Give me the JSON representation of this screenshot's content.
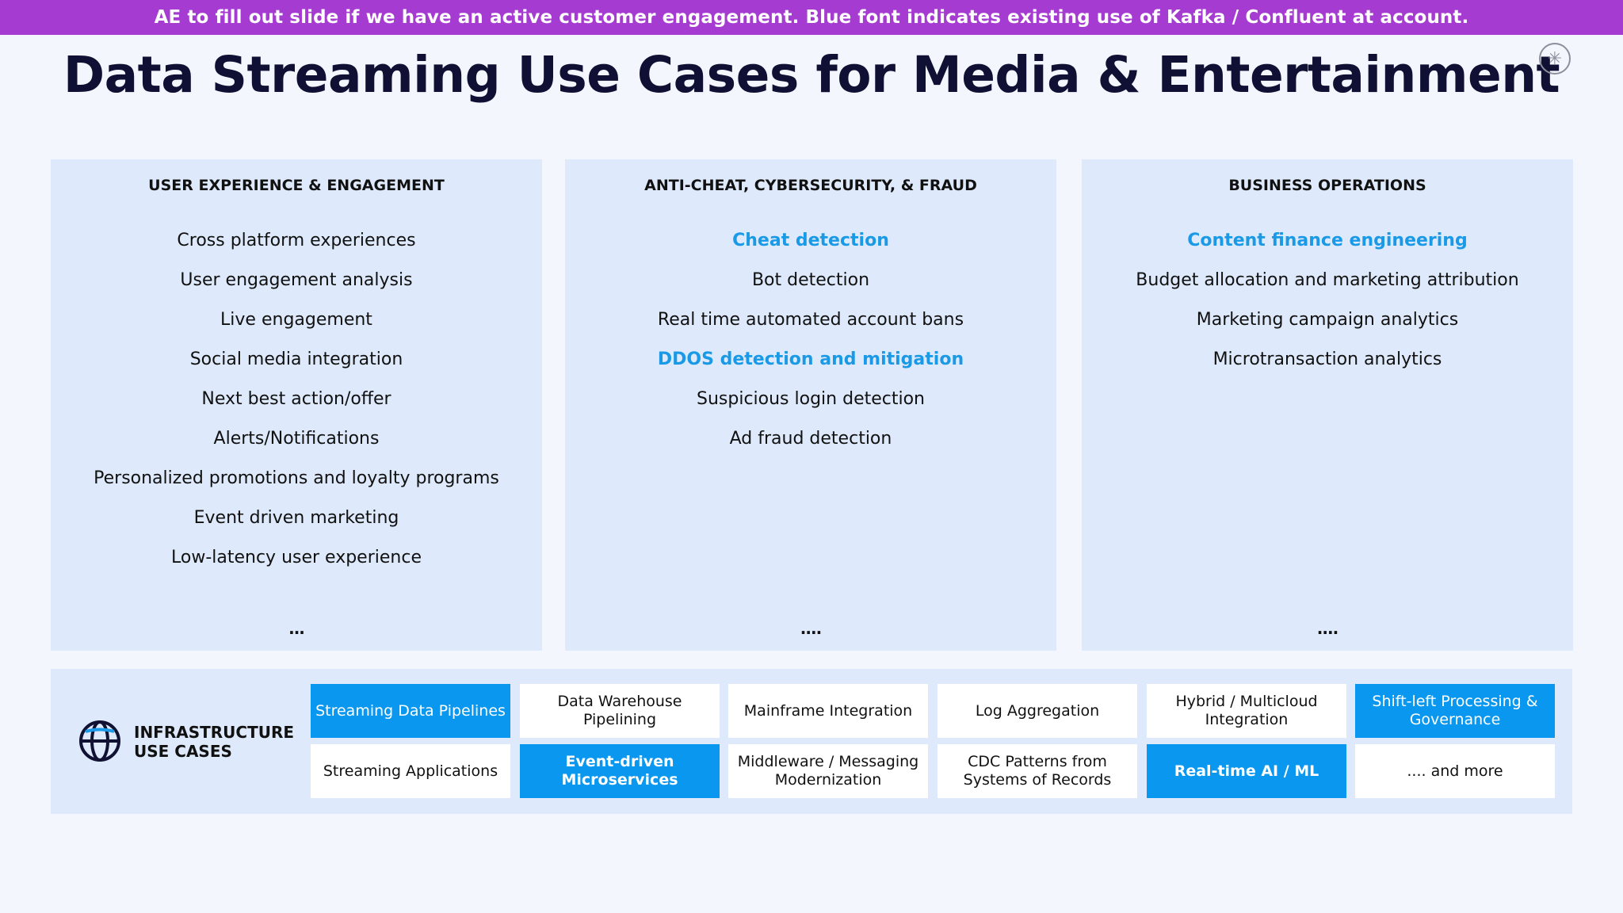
{
  "banner": "AE to fill out slide if we have an active customer engagement. Blue font indicates existing use of Kafka / Confluent at account.",
  "title": "Data Streaming Use Cases for Media & Entertainment",
  "colors": {
    "banner": "#a63bd2",
    "highlight": "#1a9ae6",
    "tile_blue": "#0a97ef",
    "panel": "#deeafb",
    "title": "#0f1034"
  },
  "columns": [
    {
      "heading": "USER EXPERIENCE & ENGAGEMENT",
      "items": [
        {
          "label": "Cross platform experiences",
          "highlight": false
        },
        {
          "label": "User engagement analysis",
          "highlight": false
        },
        {
          "label": "Live engagement",
          "highlight": false
        },
        {
          "label": "Social media integration",
          "highlight": false
        },
        {
          "label": "Next best action/offer",
          "highlight": false
        },
        {
          "label": "Alerts/Notifications",
          "highlight": false
        },
        {
          "label": "Personalized promotions and loyalty programs",
          "highlight": false
        },
        {
          "label": "Event driven marketing",
          "highlight": false
        },
        {
          "label": "Low-latency user experience",
          "highlight": false
        }
      ],
      "more": "..."
    },
    {
      "heading": "ANTI-CHEAT, CYBERSECURITY, & FRAUD",
      "items": [
        {
          "label": "Cheat detection",
          "highlight": true
        },
        {
          "label": "Bot detection",
          "highlight": false
        },
        {
          "label": "Real time automated account bans",
          "highlight": false
        },
        {
          "label": "DDOS detection and mitigation",
          "highlight": true
        },
        {
          "label": "Suspicious login detection",
          "highlight": false
        },
        {
          "label": "Ad fraud detection",
          "highlight": false
        }
      ],
      "more": "...."
    },
    {
      "heading": "BUSINESS OPERATIONS",
      "items": [
        {
          "label": "Content finance engineering",
          "highlight": true
        },
        {
          "label": "Budget allocation and marketing attribution",
          "highlight": false
        },
        {
          "label": "Marketing campaign analytics",
          "highlight": false
        },
        {
          "label": "Microtransaction analytics",
          "highlight": false
        }
      ],
      "more": "...."
    }
  ],
  "infrastructure": {
    "label_line1": "INFRASTRUCTURE",
    "label_line2": "USE CASES",
    "icon": "globe-icon",
    "tiles": [
      {
        "label": "Streaming Data Pipelines",
        "style": "blue"
      },
      {
        "label": "Data Warehouse Pipelining",
        "style": "plain"
      },
      {
        "label": "Mainframe Integration",
        "style": "plain"
      },
      {
        "label": "Log Aggregation",
        "style": "plain"
      },
      {
        "label": "Hybrid / Multicloud Integration",
        "style": "plain"
      },
      {
        "label": "Shift-left Processing & Governance",
        "style": "blue"
      },
      {
        "label": "Streaming Applications",
        "style": "plain"
      },
      {
        "label": "Event-driven Microservices",
        "style": "blue-bold"
      },
      {
        "label": "Middleware / Messaging Modernization",
        "style": "plain"
      },
      {
        "label": "CDC Patterns from Systems of Records",
        "style": "plain"
      },
      {
        "label": "Real-time AI / ML",
        "style": "blue-bold"
      },
      {
        "label": ".... and more",
        "style": "plain"
      }
    ]
  }
}
